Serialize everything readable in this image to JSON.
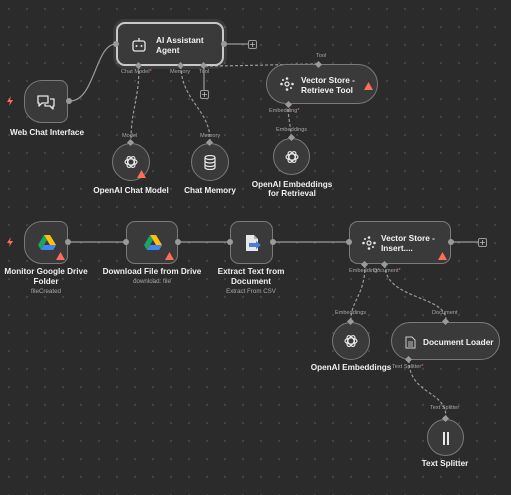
{
  "colors": {
    "canvas": "#2b2b2b",
    "node": "#3a3a3a",
    "warning": "#ff6d5a",
    "edge": "#9a9a9a",
    "drive_green": "#1ea362",
    "drive_yellow": "#ffc107",
    "drive_blue": "#4285f4",
    "extract_blue": "#4d7bd8"
  },
  "nodes": {
    "ai_agent": {
      "title_line1": "AI Assistant",
      "title_line2": "Agent",
      "icon": "robot-icon",
      "ports": {
        "chat_model": "Chat Model",
        "chat_model_req": "*",
        "memory": "Memory",
        "tool": "Tool"
      }
    },
    "web_chat": {
      "title": "Web Chat Interface",
      "icon": "chat-bubbles-icon"
    },
    "vector_retrieve": {
      "title_line1": "Vector Store -",
      "title_line2": "Retrieve Tool",
      "icon": "vector-store-icon",
      "in_label": "Tool",
      "embedding_label": "Embedding",
      "embedding_req": "*"
    },
    "openai_chat": {
      "title": "OpenAI Chat Model",
      "icon": "openai-icon",
      "in_label": "Model"
    },
    "chat_memory": {
      "title": "Chat Memory",
      "icon": "database-icon",
      "in_label": "Memory"
    },
    "openai_embed_retrieval": {
      "title_line1": "OpenAI Embeddings",
      "title_line2": "for Retrieval",
      "icon": "openai-icon",
      "in_label": "Embeddings"
    },
    "monitor_drive": {
      "title_line1": "Monitor Google Drive",
      "title_line2": "Folder",
      "subtitle": "fileCreated",
      "icon": "google-drive-icon"
    },
    "download_file": {
      "title": "Download File from Drive",
      "subtitle": "download: file",
      "icon": "google-drive-icon"
    },
    "extract_text": {
      "title_line1": "Extract Text from",
      "title_line2": "Document",
      "subtitle": "Extract From CSV",
      "icon": "extract-document-icon"
    },
    "vector_insert": {
      "title_line1": "Vector Store -",
      "title_line2": "Insert....",
      "icon": "vector-store-icon",
      "port_embedding": "Embedding",
      "port_document": "Document",
      "port_req": "*"
    },
    "openai_embeddings": {
      "title": "OpenAI Embeddings",
      "icon": "openai-icon",
      "in_label": "Embeddings"
    },
    "document_loader": {
      "title": "Document Loader",
      "icon": "document-icon",
      "in_label": "Document",
      "port_label": "Text Splitter",
      "port_req": "*"
    },
    "text_splitter": {
      "title": "Text Splitter",
      "icon": "split-bars-icon",
      "in_label": "Text Splitter"
    }
  }
}
